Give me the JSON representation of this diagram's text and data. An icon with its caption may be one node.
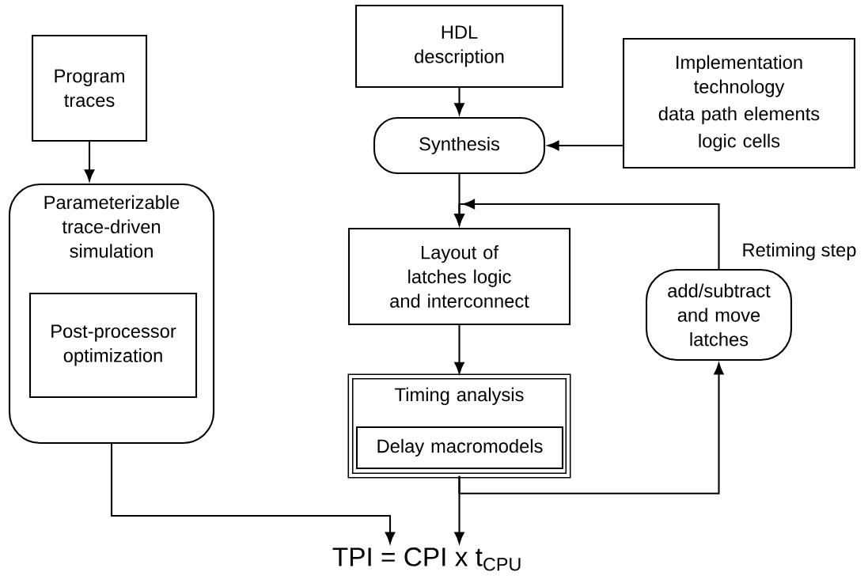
{
  "diagram": {
    "nodes": [
      {
        "text": [
          "Program traces"
        ]
      },
      {
        "text": [
          "Parameterizable trace-driven simulation"
        ]
      },
      {
        "text": [
          "Post-processor optimization"
        ],
        "in": 1
      },
      {
        "text": [
          "HDL description"
        ]
      },
      {
        "text": [
          "Synthesis"
        ]
      },
      {
        "text": [
          "Implementation technology",
          "data path elements",
          "logic cells"
        ]
      },
      {
        "text": [
          "Layout of latches logic and interconnect"
        ]
      },
      {
        "text": [
          "Timing analysis"
        ]
      },
      {
        "text": [
          "Delay macromodels"
        ],
        "in": 7
      },
      {
        "text": [
          "add/subtract and move latches"
        ],
        "beside": [
          "Retiming step"
        ]
      },
      {
        "text": [
          "TPI = CPI x t$_{CPU}$"
        ]
      }
    ],
    "edges": [
      {
        "from": 0,
        "to": 1,
        "arrow": "to"
      },
      {
        "from": 3,
        "to": 4,
        "arrow": "to"
      },
      {
        "from": 5,
        "to": 4,
        "arrow": "to"
      },
      {
        "from": 4,
        "to": 6,
        "arrow": "to"
      },
      {
        "from": 9,
        "to": 6,
        "arrow": "to"
      },
      {
        "from": 6,
        "to": 7,
        "arrow": "to"
      },
      {
        "from": 7,
        "to": 9,
        "arrow": "to"
      },
      {
        "from": 7,
        "to": 10,
        "arrow": "to"
      },
      {
        "from": 1,
        "to": 10,
        "arrow": "to"
      }
    ]
  }
}
